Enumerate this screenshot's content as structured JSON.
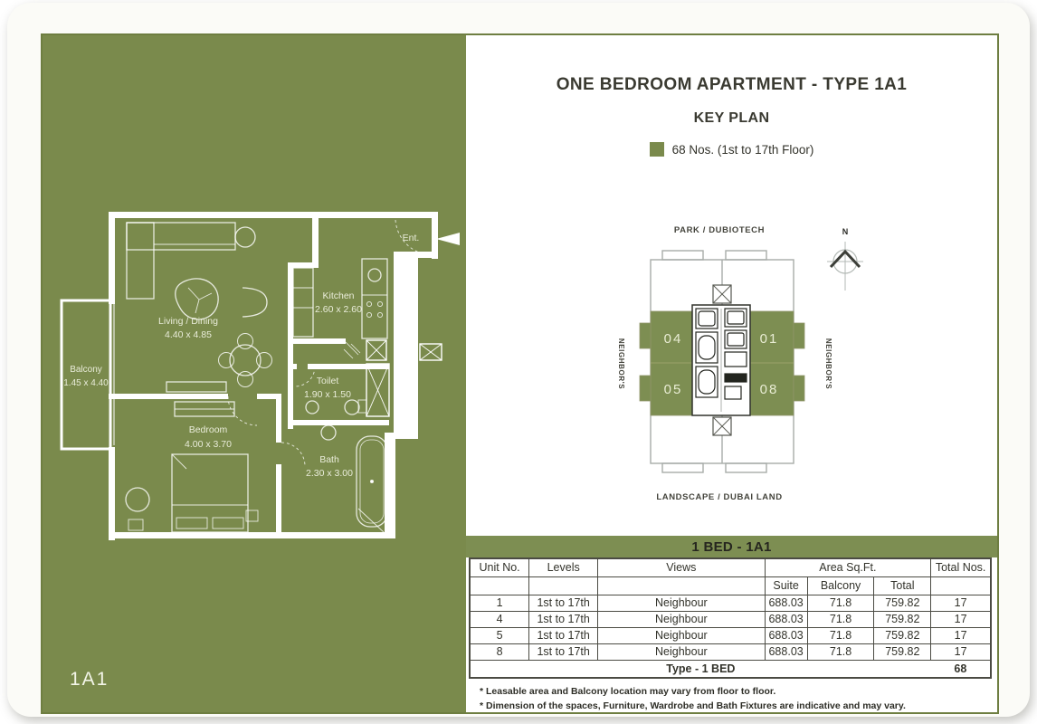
{
  "card": {
    "plan_code": "1A1"
  },
  "header": {
    "title": "ONE BEDROOM APARTMENT - TYPE 1A1",
    "subtitle": "KEY PLAN",
    "legend": "68 Nos. (1st to 17th Floor)"
  },
  "key_plan": {
    "top_label": "PARK / DUBIOTECH",
    "bottom_label": "LANDSCAPE / DUBAI LAND",
    "left_label": "NEIGHBOR'S",
    "right_label": "NEIGHBOR'S",
    "north": "N",
    "unit_tl": "04",
    "unit_tr": "01",
    "unit_bl": "05",
    "unit_br": "08"
  },
  "floor_plan": {
    "living_name": "Living / Dining",
    "living_dims": "4.40 x 4.85",
    "kitchen_name": "Kitchen",
    "kitchen_dims": "2.60 x 2.60",
    "balcony_name": "Balcony",
    "balcony_dims": "1.45 x 4.40",
    "toilet_name": "Toilet",
    "toilet_dims": "1.90 x 1.50",
    "bedroom_name": "Bedroom",
    "bedroom_dims": "4.00 x 3.70",
    "bath_name": "Bath",
    "bath_dims": "2.30 x 3.00",
    "entrance": "Ent."
  },
  "table": {
    "title": "1 BED - 1A1",
    "h_unit": "Unit No.",
    "h_levels": "Levels",
    "h_views": "Views",
    "h_area": "Area Sq.Ft.",
    "h_suite": "Suite",
    "h_balcony": "Balcony",
    "h_total": "Total",
    "h_total_nos": "Total Nos.",
    "rows": [
      {
        "unit": "1",
        "levels": "1st to 17th",
        "views": "Neighbour",
        "suite": "688.03",
        "balcony": "71.8",
        "total": "759.82",
        "nos": "17"
      },
      {
        "unit": "4",
        "levels": "1st to 17th",
        "views": "Neighbour",
        "suite": "688.03",
        "balcony": "71.8",
        "total": "759.82",
        "nos": "17"
      },
      {
        "unit": "5",
        "levels": "1st to 17th",
        "views": "Neighbour",
        "suite": "688.03",
        "balcony": "71.8",
        "total": "759.82",
        "nos": "17"
      },
      {
        "unit": "8",
        "levels": "1st to 17th",
        "views": "Neighbour",
        "suite": "688.03",
        "balcony": "71.8",
        "total": "759.82",
        "nos": "17"
      }
    ],
    "summary_label": "Type - 1 BED",
    "summary_total": "68",
    "footnote1": "* Leasable area and Balcony location may vary from floor to floor.",
    "footnote2": "* Dimension of the spaces, Furniture, Wardrobe and Bath Fixtures are indicative and may vary."
  },
  "colors": {
    "page_green": "#7a8a4c",
    "band_green": "#7d8e52",
    "border_green": "#6e7e41"
  }
}
